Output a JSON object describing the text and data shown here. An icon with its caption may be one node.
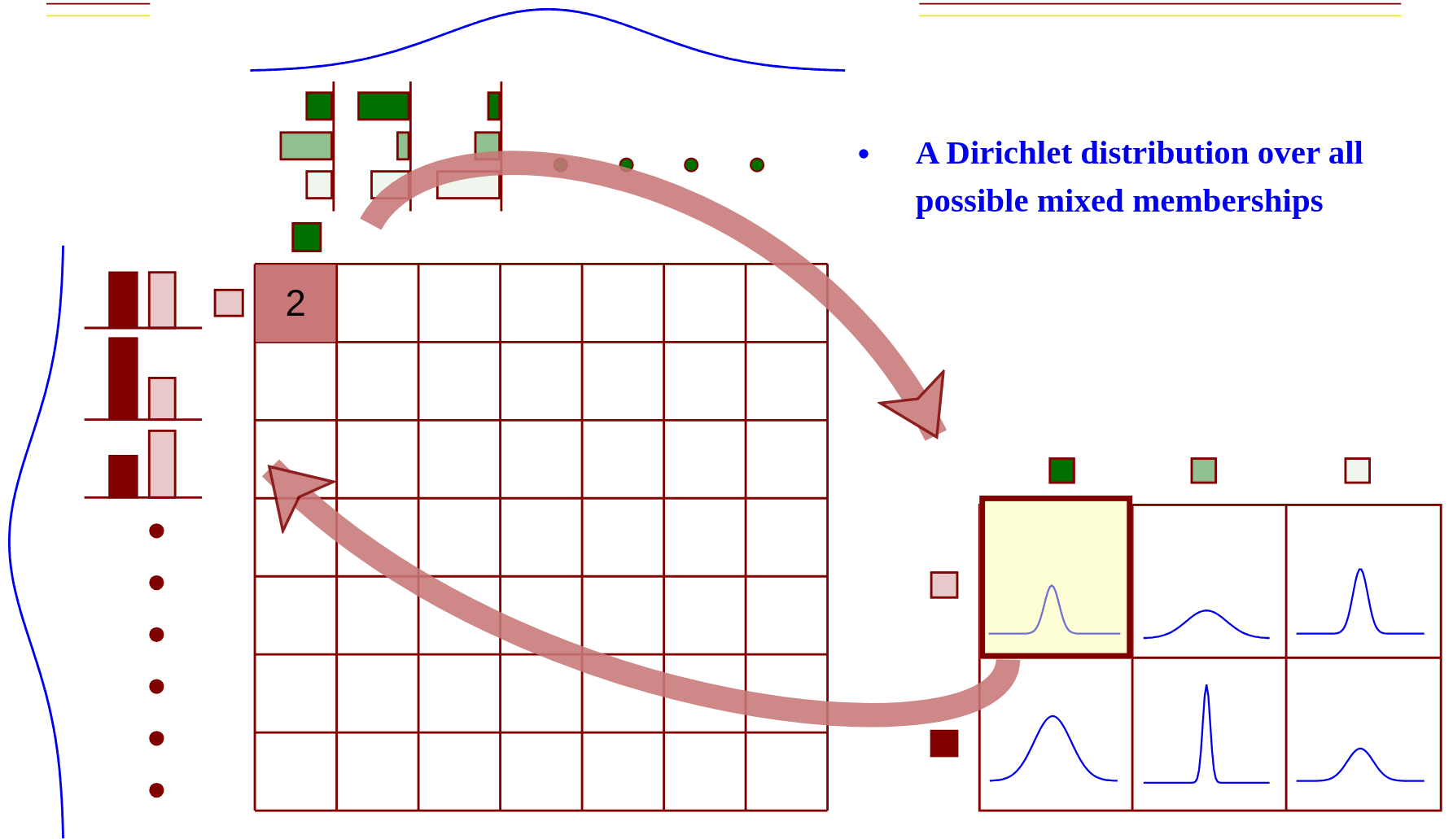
{
  "diagram": {
    "nodes": [
      {
        "text": [],
        "shape": "bar"
      },
      {
        "text": [
          "2"
        ]
      },
      {
        "text": [],
        "shape": "bar"
      },
      {
        "text": [],
        "shape": "box"
      }
    ],
    "edges": [
      {
        "from": 0,
        "to": 3,
        "arrow": "to"
      },
      {
        "from": 3,
        "to": 2,
        "arrow": "to"
      }
    ],
    "labels": [
      "A Dirichlet distribution over all possible mixed memberships"
    ]
  }
}
